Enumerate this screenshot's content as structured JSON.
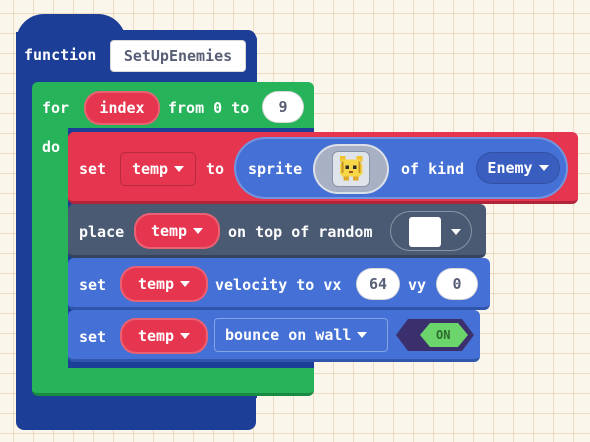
{
  "function_block": {
    "keyword": "function",
    "name": "SetUpEnemies"
  },
  "for_block": {
    "for_label": "for",
    "variable": "index",
    "from_label": "from 0 to",
    "end_value": "9",
    "do_label": "do"
  },
  "set_sprite": {
    "set_label": "set",
    "variable": "temp",
    "to_label": "to",
    "sprite_label": "sprite",
    "of_kind_label": "of kind",
    "kind": "Enemy",
    "sprite_icon": "yellow-creature-sprite-icon"
  },
  "place_block": {
    "place_label": "place",
    "variable": "temp",
    "on_top_label": "on top of random",
    "tile_color": "#ffffff"
  },
  "velocity_block": {
    "set_label": "set",
    "variable": "temp",
    "velocity_label": "velocity to vx",
    "vx": "64",
    "vy_label": "vy",
    "vy": "0"
  },
  "bounce_block": {
    "set_label": "set",
    "variable": "temp",
    "property": "bounce on wall",
    "toggle_label": "ON"
  },
  "colors": {
    "function": "#1d3e96",
    "loop": "#27b35a",
    "sprites": "#4571d6",
    "variable": "#e6354e",
    "scene": "#4a5a73",
    "toggle_on": "#6bd46b"
  }
}
